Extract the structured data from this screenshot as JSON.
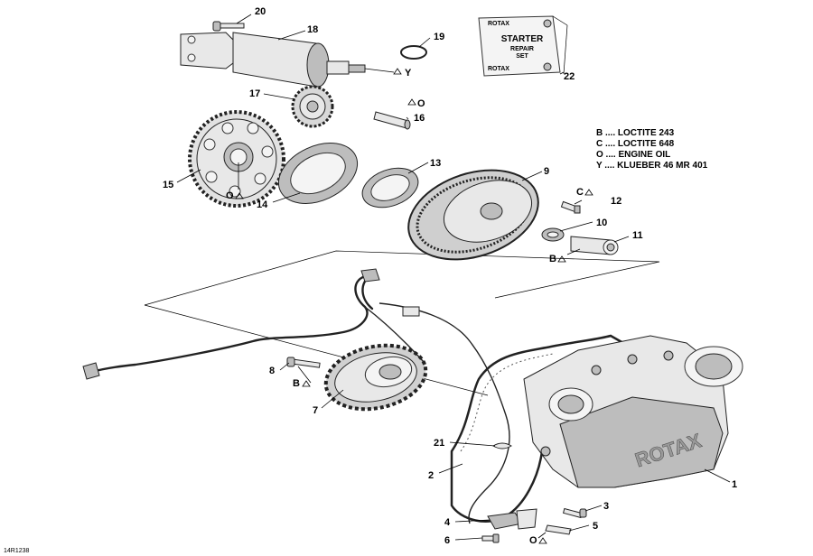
{
  "diagram": {
    "drawing_code": "14R1238",
    "repair_set_card": {
      "brand_top": "ROTAX",
      "line1": "STARTER",
      "line2": "REPAIR",
      "line3": "SET",
      "brand_bottom": "ROTAX"
    },
    "legend": [
      {
        "code": "B",
        "text": "B .... LOCTITE 243"
      },
      {
        "code": "C",
        "text": "C .... LOCTITE 648"
      },
      {
        "code": "O",
        "text": "O .... ENGINE OIL"
      },
      {
        "code": "Y",
        "text": "Y .... KLUEBER  46 MR 401"
      }
    ],
    "callouts": [
      {
        "id": "c1",
        "number": "1"
      },
      {
        "id": "c2",
        "number": "2"
      },
      {
        "id": "c3",
        "number": "3"
      },
      {
        "id": "c4",
        "number": "4"
      },
      {
        "id": "c5",
        "number": "5"
      },
      {
        "id": "c6",
        "number": "6"
      },
      {
        "id": "c7",
        "number": "7"
      },
      {
        "id": "c8",
        "number": "8"
      },
      {
        "id": "c9",
        "number": "9"
      },
      {
        "id": "c10",
        "number": "10"
      },
      {
        "id": "c11",
        "number": "11"
      },
      {
        "id": "c12",
        "number": "12"
      },
      {
        "id": "c13",
        "number": "13"
      },
      {
        "id": "c14",
        "number": "14"
      },
      {
        "id": "c15",
        "number": "15"
      },
      {
        "id": "c16",
        "number": "16"
      },
      {
        "id": "c17",
        "number": "17"
      },
      {
        "id": "c18",
        "number": "18"
      },
      {
        "id": "c19",
        "number": "19"
      },
      {
        "id": "c20",
        "number": "20"
      },
      {
        "id": "c21",
        "number": "21"
      },
      {
        "id": "c22",
        "number": "22"
      }
    ],
    "lubricant_marks": [
      {
        "id": "m-y",
        "code": "Y"
      },
      {
        "id": "m-o16",
        "code": "O"
      },
      {
        "id": "m-o15",
        "code": "O"
      },
      {
        "id": "m-c12",
        "code": "C"
      },
      {
        "id": "m-b11",
        "code": "B"
      },
      {
        "id": "m-b8",
        "code": "B"
      },
      {
        "id": "m-o6",
        "code": "O"
      }
    ],
    "cover_logo": "ROTAX"
  }
}
